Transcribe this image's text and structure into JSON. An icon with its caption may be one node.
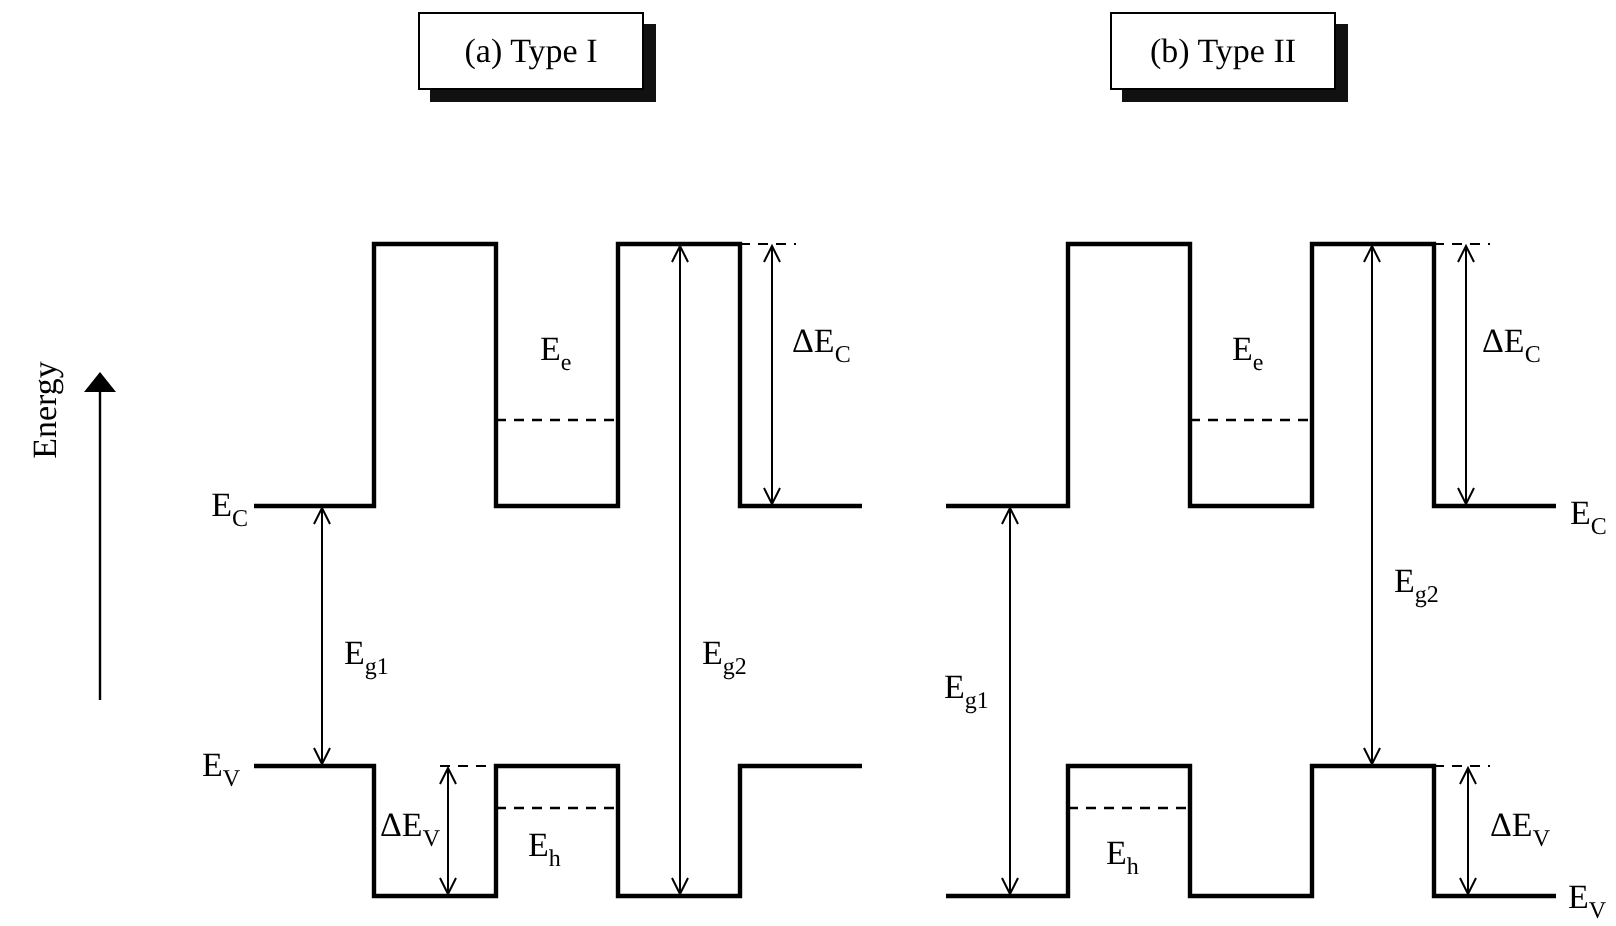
{
  "diagram": {
    "nodes": [
      {
        "text": [
          "(a) Type I"
        ]
      },
      {
        "text": [
          "(b) Type II"
        ]
      }
    ],
    "labels": [
      "Energy",
      "E$_{e}$",
      "ΔE$_{C}$",
      "E$_{C}$",
      "E$_{g1}$",
      "E$_{g2}$",
      "E$_{V}$",
      "ΔE$_{V}$",
      "E$_{h}$",
      "E$_{e}$",
      "ΔE$_{C}$",
      "E$_{C}$",
      "E$_{g2}$",
      "E$_{g1}$",
      "ΔE$_{V}$",
      "E$_{h}$",
      "E$_{V}$"
    ]
  }
}
